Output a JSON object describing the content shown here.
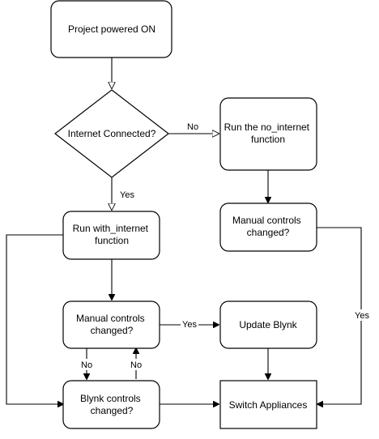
{
  "nodes": {
    "start": {
      "lines": [
        "Project powered ON"
      ]
    },
    "internet_check": {
      "lines": [
        "Internet Connected?"
      ]
    },
    "no_internet_fn": {
      "lines": [
        "Run the no_internet",
        "function"
      ]
    },
    "with_internet_fn": {
      "lines": [
        "Run with_internet",
        "function"
      ]
    },
    "manual_changed_right": {
      "lines": [
        "Manual controls",
        "changed?"
      ]
    },
    "manual_changed_left": {
      "lines": [
        "Manual controls",
        "changed?"
      ]
    },
    "update_blynk": {
      "lines": [
        "Update Blynk"
      ]
    },
    "blynk_changed": {
      "lines": [
        "Blynk controls",
        "changed?"
      ]
    },
    "switch_appliances": {
      "lines": [
        "Switch Appliances"
      ]
    }
  },
  "edge_labels": {
    "internet_no": "No",
    "internet_yes": "Yes",
    "manual_left_yes": "Yes",
    "manual_right_yes": "Yes",
    "manual_left_no": "No",
    "blynk_no": "No"
  }
}
